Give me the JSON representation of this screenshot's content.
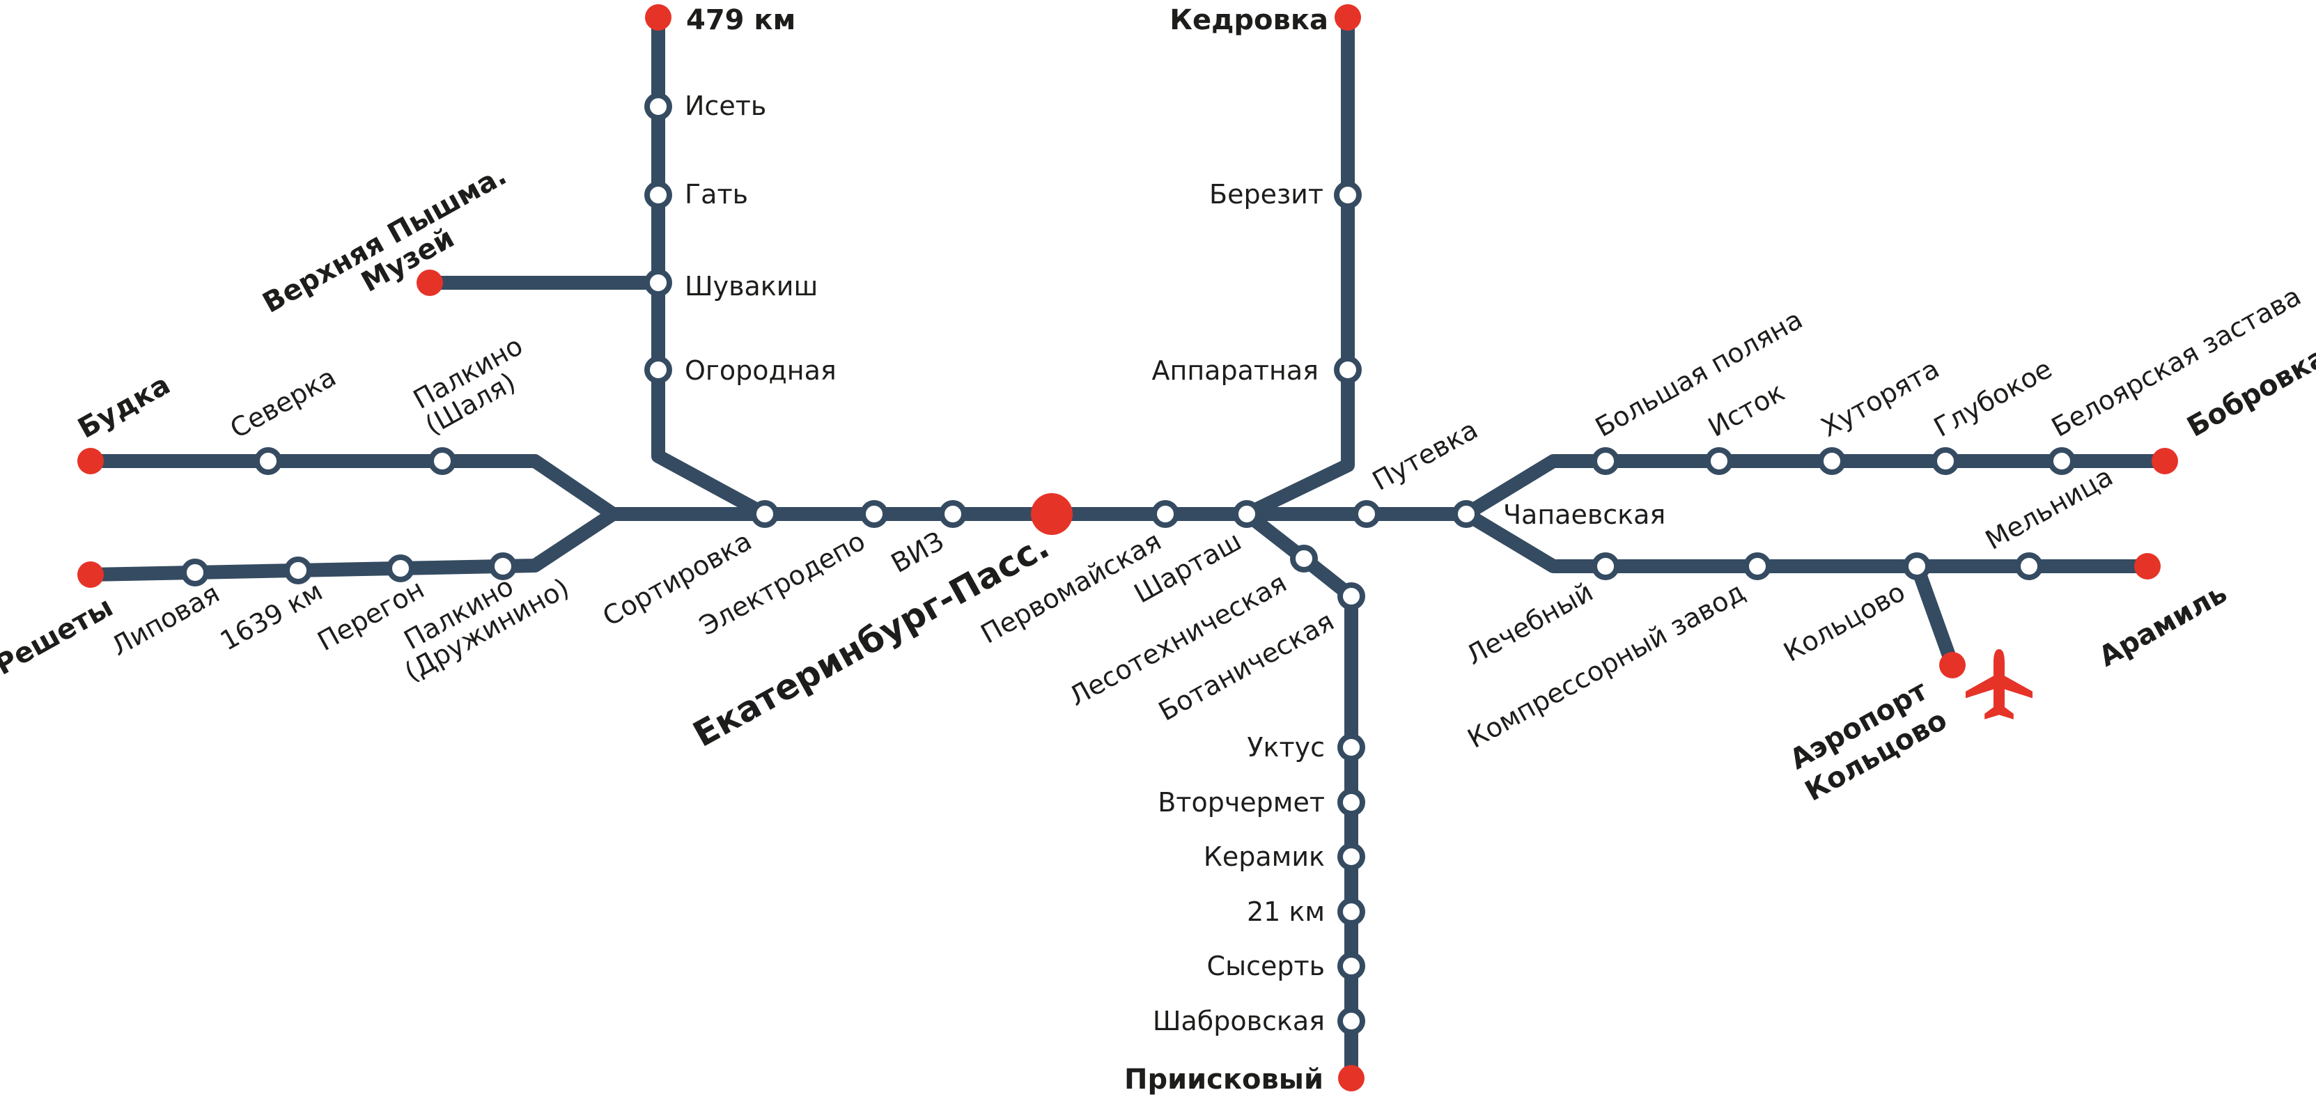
{
  "colors": {
    "line": "#354b61",
    "terminal": "#e63328",
    "text": "#1d1d1b",
    "background": "#ffffff"
  },
  "icons": {
    "airport": "airplane-icon"
  },
  "stations": {
    "hub": "Екатеринбург-Пасс.",
    "s479": "479 км",
    "iset": "Исеть",
    "gat": "Гать",
    "shuvakish": "Шувакиш",
    "ogorodnaya": "Огородная",
    "vp_line1": "Верхняя Пышма.",
    "vp_line2": "Музей",
    "budka": "Будка",
    "severka": "Северка",
    "palk_sh_1": "Палкино",
    "palk_sh_2": "(Шаля)",
    "reshety": "Решеты",
    "lipovaya": "Липовая",
    "km1639": "1639 км",
    "peregon": "Перегон",
    "palk_d_1": "Палкино",
    "palk_d_2": "(Дружинино)",
    "sortirovka": "Сортировка",
    "elektrodepo": "Электродепо",
    "viz": "ВИЗ",
    "pervomayskaya": "Первомайская",
    "shartash": "Шарташ",
    "lesotekh": "Лесотехническая",
    "botanich": "Ботаническая",
    "kedrovka": "Кедровка",
    "berezit": "Березит",
    "apparatnaya": "Аппаратная",
    "putevka": "Путевка",
    "chapaevskaya": "Чапаевская",
    "bolshaya_polyana": "Большая поляна",
    "istok": "Исток",
    "khutoryata": "Хуторята",
    "glubokoe": "Глубокое",
    "beloyarskaya": "Белоярская застава",
    "bobrovka": "Бобровка",
    "lechebny": "Лечебный",
    "kompressorny": "Компрессорный завод",
    "koltsovo": "Кольцово",
    "melnitsa": "Мельница",
    "aramil": "Арамиль",
    "airport_1": "Аэропорт",
    "airport_2": "Кольцово",
    "uktus": "Уктус",
    "vtorchermet": "Вторчермет",
    "keramik": "Керамик",
    "km21": "21 км",
    "sysert": "Сысерть",
    "shabrovskaya": "Шабровская",
    "priiskovy": "Приисковый"
  }
}
